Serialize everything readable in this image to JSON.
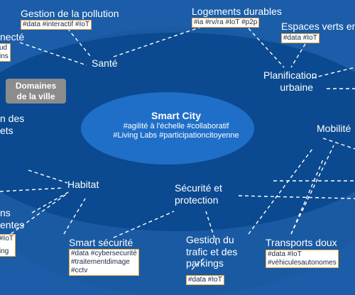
{
  "center": {
    "title": "Smart City",
    "tags": [
      "#agilité à l'échelle #collaboratif",
      "#Living Labs #participationcitoyenne"
    ]
  },
  "domains_badge": {
    "line1": "Domaines",
    "line2": "de la ville"
  },
  "hubs": {
    "sante": "Santé",
    "planification": [
      "Planification",
      "urbaine"
    ],
    "mobilite": "Mobilité",
    "securite": [
      "Sécurité et",
      "protection"
    ],
    "habitat": "Habitat",
    "gestion_left": [
      "n des",
      "ets"
    ],
    "left_bottom": [
      "ns",
      "entes"
    ]
  },
  "topics": {
    "pollution": {
      "title": "Gestion de la pollution",
      "tags": [
        "#data #interactif #IoT"
      ]
    },
    "logements": {
      "title": "Logements durables",
      "tags": [
        "#ia #rv/ra #IoT #p2p"
      ]
    },
    "espaces": {
      "title": "Espaces verts en",
      "tags": [
        "#data #IoT"
      ]
    },
    "connecte": {
      "title": "necté",
      "tags": [
        "ud",
        "ins"
      ]
    },
    "smart_securite": {
      "title": "Smart sécurité",
      "tags": [
        "#data #cybersecurité",
        "#traitementdimage",
        "#cctv"
      ]
    },
    "trafic": {
      "title": [
        "Gestion du",
        "trafic et des",
        "parkings"
      ],
      "tags": [
        "#data #IoT"
      ]
    },
    "transports": {
      "title": "Transports doux",
      "tags": [
        "#data #IoT",
        "#véhiculesautonomes"
      ]
    },
    "left_tags": {
      "tags": [
        "#IoT",
        "ing"
      ]
    }
  },
  "colors": {
    "background": "#1b5da8",
    "ellipse_outer": "#1c5ca6",
    "ellipse_inner": "#0b4a90",
    "tag_border": "#e8a33d",
    "badge": "#8c8c8c"
  }
}
